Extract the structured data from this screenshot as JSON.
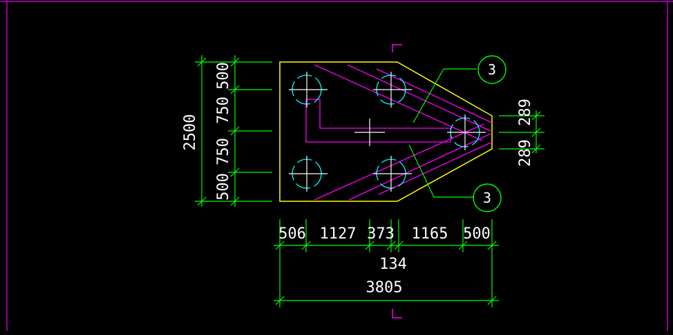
{
  "colors": {
    "background": "#000000",
    "border": "#c000c0",
    "outline": "#ffff00",
    "dimension": "#00ff00",
    "rebar": "#ff00ff",
    "pile_circle": "#00ffff",
    "crosshair": "#ffffff",
    "text": "#ffffff"
  },
  "dimensions": {
    "left_total": "2500",
    "left_parts": [
      "500",
      "750",
      "750",
      "500"
    ],
    "right_parts": [
      "289",
      "289"
    ],
    "bottom_parts": [
      "506",
      "1127",
      "373",
      "1165",
      "500"
    ],
    "bottom_extra": "134",
    "bottom_total": "3805"
  },
  "rebar_tags": [
    "3",
    "3"
  ]
}
